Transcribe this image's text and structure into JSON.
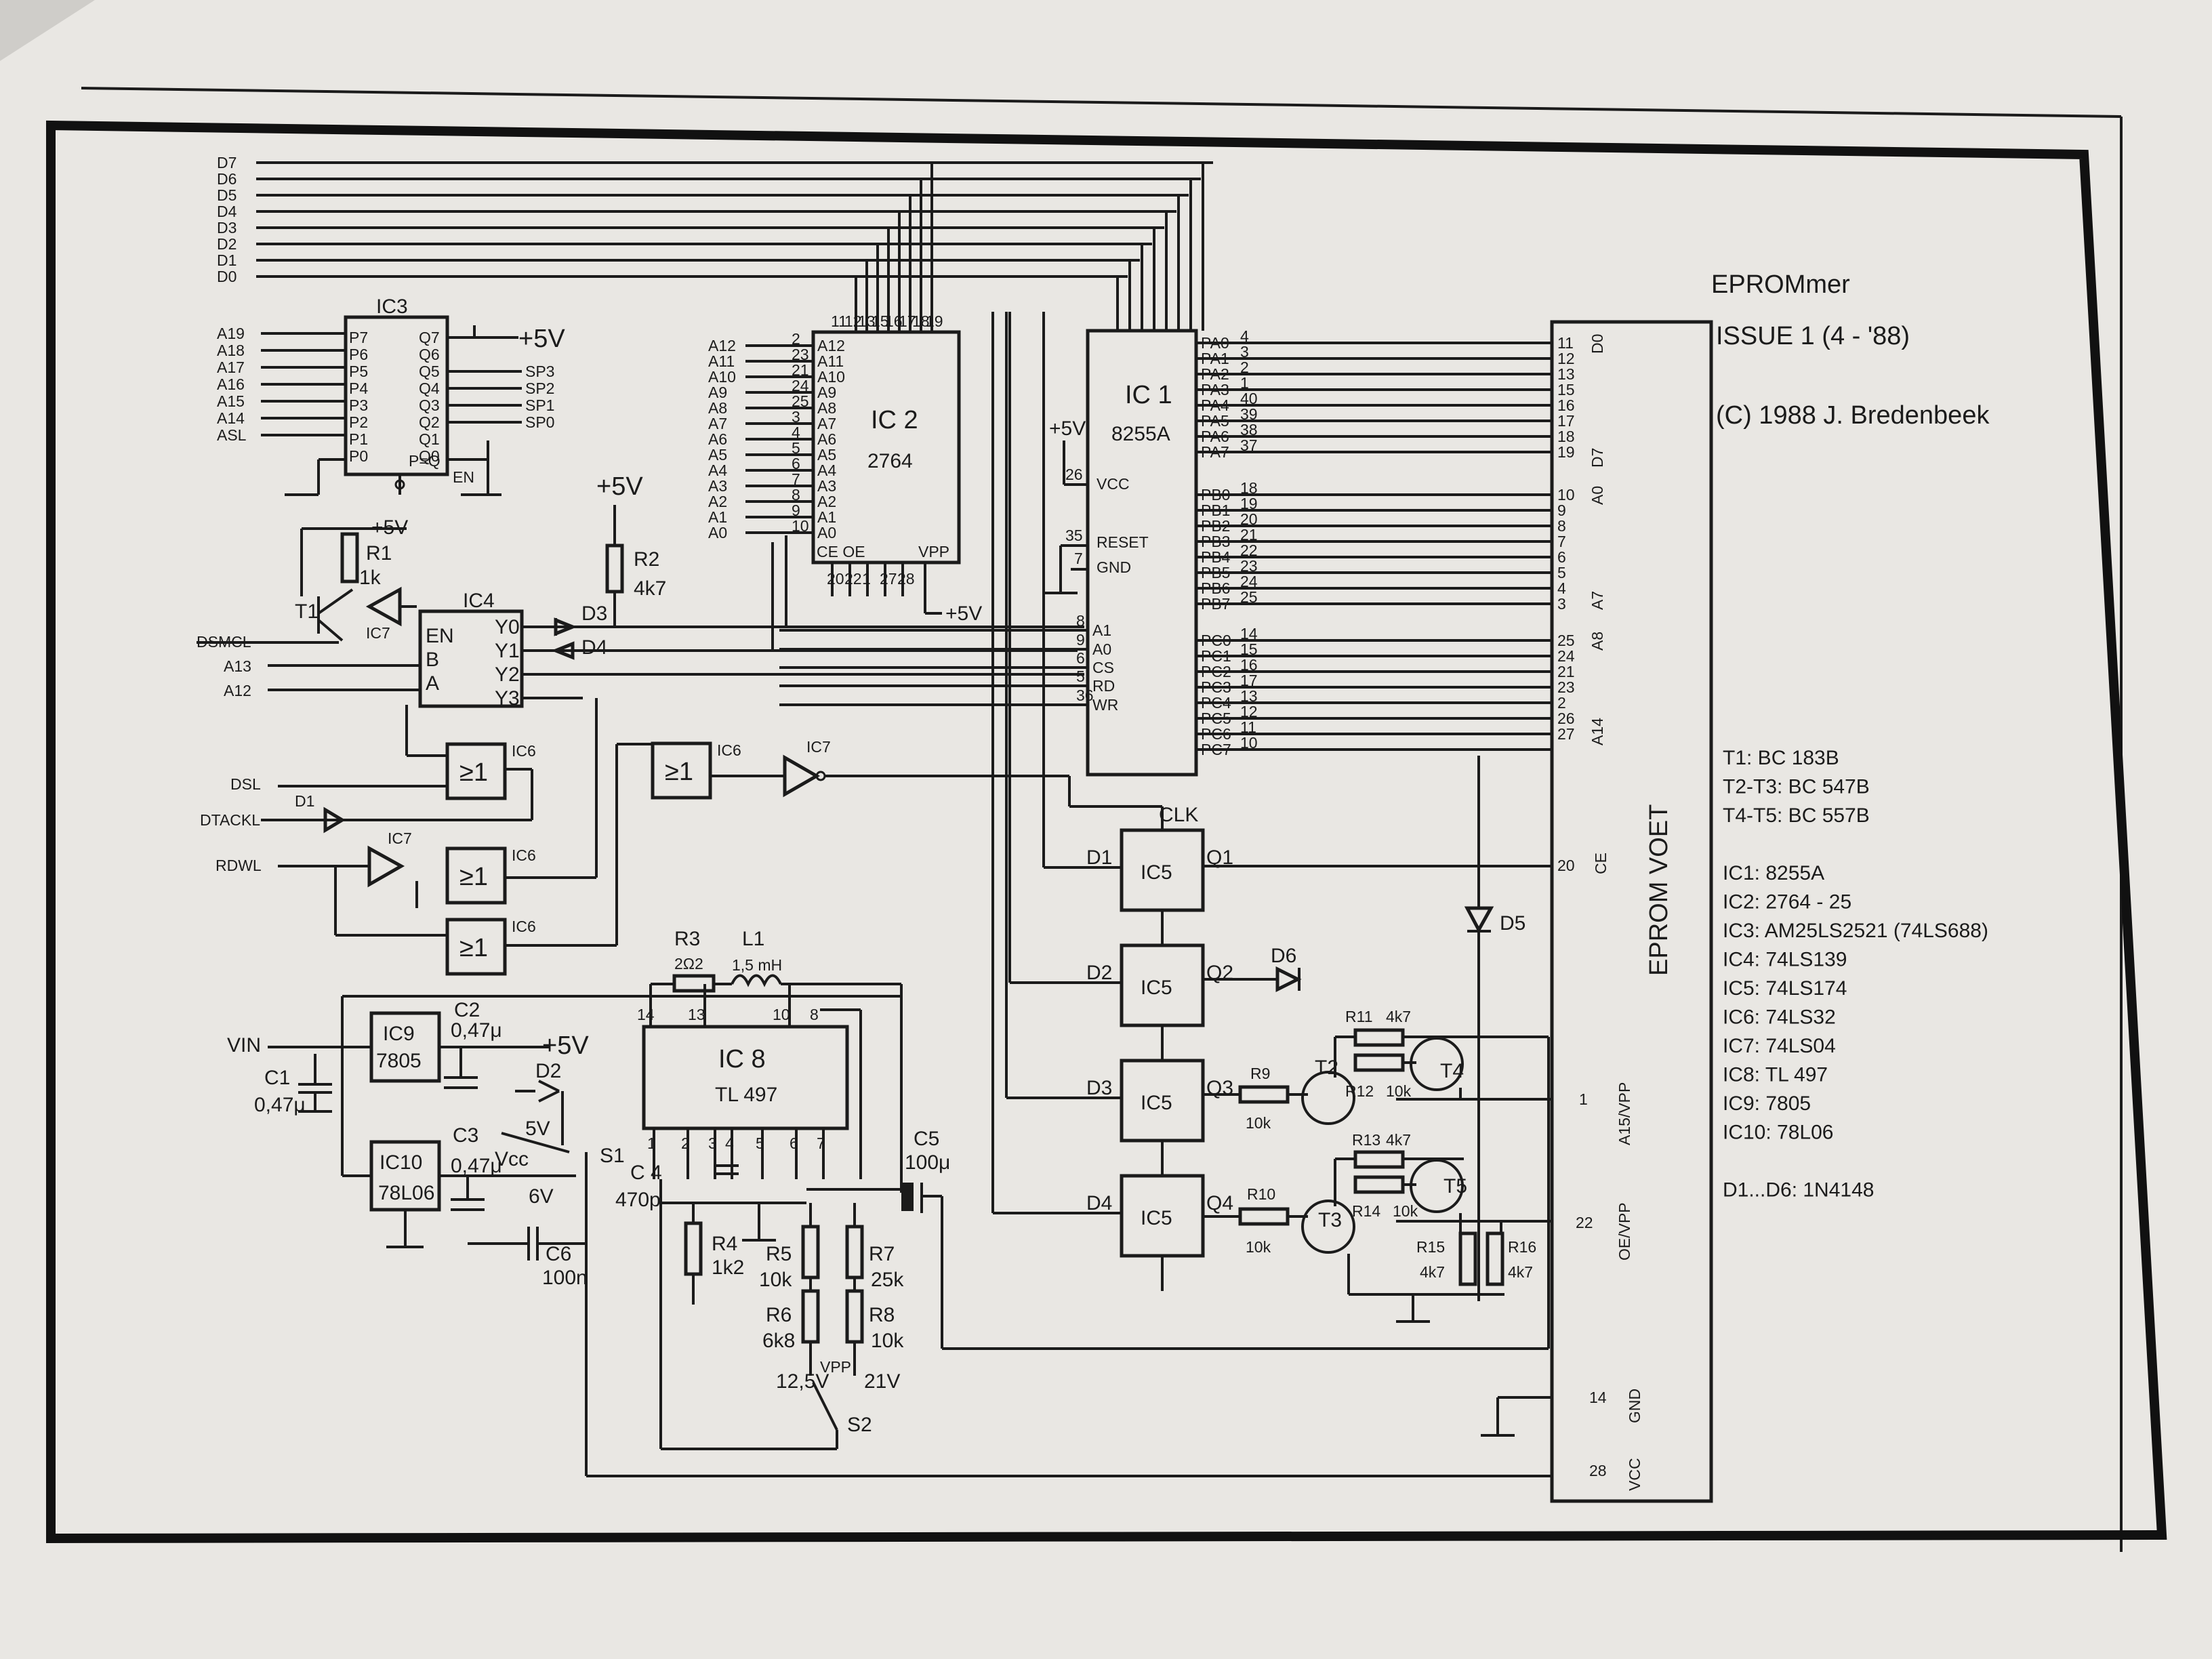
{
  "title": "EPROMmer",
  "issue": "ISSUE 1 (4 - '88)",
  "copyright": "(C) 1988 J. Bredenbeek",
  "socket_label": "EPROM VOET",
  "parts_list": [
    "T1: BC 183B",
    "T2-T3: BC 547B",
    "T4-T5: BC 557B",
    "",
    "IC1: 8255A",
    "IC2: 2764 - 25",
    "IC3: AM25LS2521 (74LS688)",
    "IC4: 74LS139",
    "IC5: 74LS174",
    "IC6: 74LS32",
    "IC7: 74LS04",
    "IC8: TL 497",
    "IC9: 7805",
    "IC10: 78L06",
    "",
    "D1...D6: 1N4148"
  ],
  "data_bus": [
    "D7",
    "D6",
    "D5",
    "D4",
    "D3",
    "D2",
    "D1",
    "D0"
  ],
  "ic1": {
    "name": "IC 1",
    "type": "8255A",
    "left_pins": [
      "+5V",
      "26",
      "VCC",
      "35",
      "RESET",
      "7",
      "GND",
      "8",
      "A1",
      "9",
      "A0",
      "6",
      "CS",
      "5",
      "RD",
      "36",
      "WR"
    ],
    "pa": [
      "PA0",
      "PA1",
      "PA2",
      "PA3",
      "PA4",
      "PA5",
      "PA6",
      "PA7"
    ],
    "pa_pins": [
      "4",
      "3",
      "2",
      "1",
      "40",
      "39",
      "38",
      "37"
    ],
    "pb": [
      "PB0",
      "PB1",
      "PB2",
      "PB3",
      "PB4",
      "PB5",
      "PB6",
      "PB7"
    ],
    "pb_pins": [
      "18",
      "19",
      "20",
      "21",
      "22",
      "23",
      "24",
      "25"
    ],
    "pc": [
      "PC0",
      "PC1",
      "PC2",
      "PC3",
      "PC4",
      "PC5",
      "PC6",
      "PC7"
    ],
    "pc_pins": [
      "14",
      "15",
      "16",
      "17",
      "13",
      "12",
      "11",
      "10"
    ]
  },
  "ic2": {
    "name": "IC 2",
    "type": "2764",
    "addr": [
      "A12",
      "A11",
      "A10",
      "A9",
      "A8",
      "A7",
      "A6",
      "A5",
      "A4",
      "A3",
      "A2",
      "A1",
      "A0"
    ],
    "addr_pins": [
      "2",
      "23",
      "21",
      "24",
      "25",
      "3",
      "4",
      "5",
      "6",
      "7",
      "8",
      "9",
      "10"
    ],
    "data_pins": [
      "11",
      "12",
      "13",
      "15",
      "16",
      "17",
      "18",
      "19"
    ],
    "bottom": [
      "20",
      "22",
      "1",
      "27",
      "28"
    ],
    "bottom_lbl": "CE OE",
    "vpp": "VPP",
    "vcc": "+5V"
  },
  "ic3": {
    "name": "IC3",
    "inputs": [
      "A19",
      "A18",
      "A17",
      "A16",
      "A15",
      "A14",
      "ASL"
    ],
    "p_pins": [
      "P7",
      "P6",
      "P5",
      "P4",
      "P3",
      "P2",
      "P1",
      "P0"
    ],
    "q_pins": [
      "Q7",
      "Q6",
      "Q5",
      "Q4",
      "Q3",
      "Q2",
      "Q1",
      "Q0"
    ],
    "outputs": [
      "+5V",
      "SP3",
      "SP2",
      "SP1",
      "SP0"
    ],
    "eq": "P=Q",
    "en": "EN"
  },
  "ic4": {
    "name": "IC4",
    "inputs": [
      "EN",
      "B",
      "A"
    ],
    "outputs": [
      "Y0",
      "Y1",
      "Y2",
      "Y3"
    ],
    "signals": [
      "DSMCL",
      "A13",
      "A12"
    ]
  },
  "gates": {
    "ic6": "IC6",
    "ic7": "IC7",
    "or_sym": "≥1",
    "signals": [
      "DSL",
      "DTACKL",
      "RDWL"
    ]
  },
  "ic5": {
    "name": "IC5",
    "ins": [
      "D1",
      "D2",
      "D3",
      "D4"
    ],
    "outs": [
      "Q1",
      "Q2",
      "Q3",
      "Q4"
    ],
    "clk": "CLK"
  },
  "ic8": {
    "name": "IC 8",
    "type": "TL 497",
    "pins": [
      "14",
      "13",
      "10",
      "8",
      "1",
      "2",
      "3",
      "4",
      "5",
      "6",
      "7"
    ]
  },
  "power": {
    "vin": "VIN",
    "ic9": "IC9",
    "ic9t": "7805",
    "ic10": "IC10",
    "ic10t": "78L06",
    "vcc": "Vcc",
    "plus5": "+5V",
    "v5": "5V",
    "v6": "6V",
    "s1": "S1",
    "s2": "S2",
    "vpp": "VPP",
    "v125": "12,5V",
    "v21": "21V"
  },
  "components": {
    "R1": "R1",
    "R1v": "1k",
    "R2": "R2",
    "R2v": "4k7",
    "R3": "R3",
    "R3v": "2Ω2",
    "L1": "L1",
    "L1v": "1,5 mH",
    "R4": "R4",
    "R4v": "1k2",
    "R5": "R5",
    "R5v": "10k",
    "R6": "R6",
    "R6v": "6k8",
    "R7": "R7",
    "R7v": "25k",
    "R8": "R8",
    "R8v": "10k",
    "R9": "R9",
    "R9v": "10k",
    "R10": "R10",
    "R10v": "10k",
    "R11": "R11",
    "R11v": "4k7",
    "R12": "R12",
    "R12v": "10k",
    "R13": "R13",
    "R13v": "4k7",
    "R14": "R14",
    "R14v": "10k",
    "R15": "R15",
    "R15v": "4k7",
    "R16": "R16",
    "R16v": "4k7",
    "C1": "C1",
    "C1v": "0,47μ",
    "C2": "C2",
    "C2v": "0,47μ",
    "C3": "C3",
    "C3v": "0,47μ",
    "C4": "C 4",
    "C4v": "470p",
    "C5": "C5",
    "C5v": "100μ",
    "C6": "C6",
    "C6v": "100n",
    "T1": "T1",
    "T2": "T2",
    "T3": "T3",
    "T4": "T4",
    "T5": "T5",
    "D1": "D1",
    "D2": "D2",
    "D3": "D3",
    "D4": "D4",
    "D5": "D5",
    "D6": "D6",
    "IC7": "IC7"
  },
  "socket": {
    "data": [
      "11",
      "12",
      "13",
      "15",
      "16",
      "17",
      "18",
      "19"
    ],
    "d0": "D0",
    "d7": "D7",
    "addr_lo": [
      "10",
      "9",
      "8",
      "7",
      "6",
      "5",
      "4",
      "3"
    ],
    "a0": "A0",
    "a7": "A7",
    "addr_hi": [
      "25",
      "24",
      "21",
      "23",
      "2",
      "26",
      "27"
    ],
    "a8": "A8",
    "a14": "A14",
    "ce_pin": "20",
    "ce": "CE",
    "a15_pin": "1",
    "a15": "A15/VPP",
    "oe_pin": "22",
    "oe": "OE/VPP",
    "gnd_pin": "14",
    "gnd": "GND",
    "vcc_pin": "28",
    "vcc": "VCC"
  }
}
